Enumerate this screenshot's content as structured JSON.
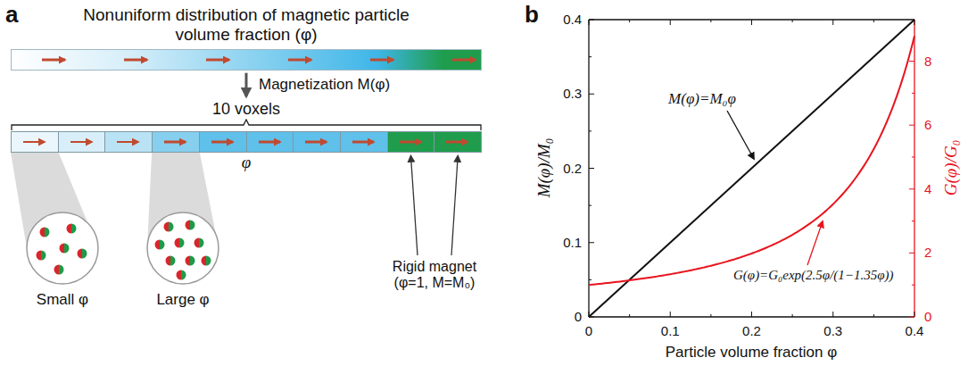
{
  "diagram": {
    "nodes": [
      {
        "text": [
          "Nonuniform distribution of magnetic particle volume fraction (φ)"
        ]
      },
      {
        "text": [
          "10 voxels",
          "φ"
        ]
      },
      {
        "text": [
          "Small φ"
        ]
      },
      {
        "text": [
          "Large φ"
        ]
      }
    ],
    "edges": [
      {
        "from": 0,
        "to": 1,
        "arrow": "to",
        "label": "Magnetization M(φ)"
      },
      {
        "from": 1,
        "to": 2,
        "arrow": "none"
      },
      {
        "from": 1,
        "to": 3,
        "arrow": "none"
      }
    ],
    "labels": [
      "a",
      "Rigid magnet (φ=1, M=M₀)",
      "b",
      "0",
      "0.1",
      "0.2",
      "0.3",
      "0.4",
      "0",
      "0.1",
      "0.2",
      "0.3",
      "0.4",
      "0",
      "2",
      "4",
      "6",
      "8",
      "M(φ)/M₀",
      "G(φ)/G₀",
      "Particle volume fraction φ",
      "M(φ)=M₀φ",
      "G(φ)=G₀exp(2.5φ/(1−1.35φ))"
    ]
  }
}
